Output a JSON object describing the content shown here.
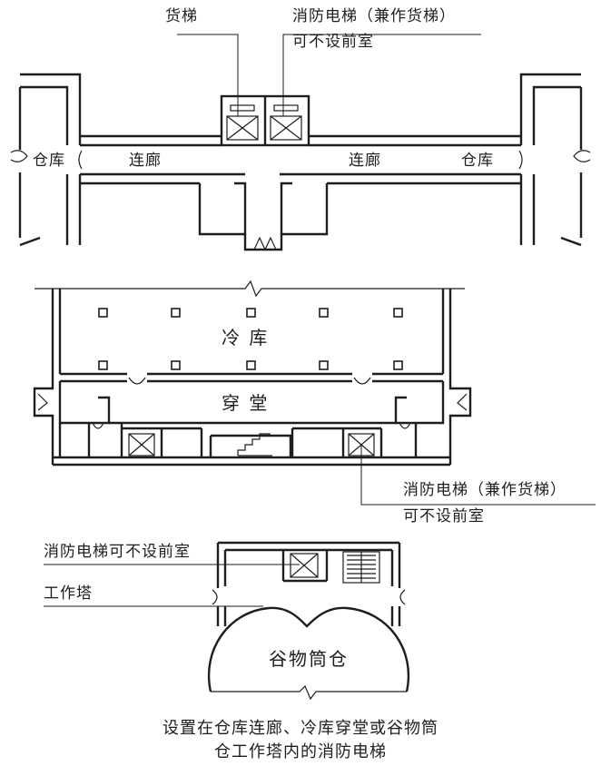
{
  "diagram1": {
    "freight_elevator": "货梯",
    "fire_elevator_line1": "消防电梯（兼作货梯）",
    "fire_elevator_line2": "可不设前室",
    "warehouse_left": "仓库",
    "warehouse_right": "仓库",
    "corridor_left": "连廊",
    "corridor_right": "连廊"
  },
  "diagram2": {
    "cold_storage": "冷 库",
    "passage_hall": "穿 堂",
    "fire_elevator_line1": "消防电梯（兼作货梯）",
    "fire_elevator_line2": "可不设前室"
  },
  "diagram3": {
    "fire_elevator_note": "消防电梯可不设前室",
    "work_tower": "工作塔",
    "grain_silo": "谷物筒仓"
  },
  "caption": {
    "line1": "设置在仓库连廊、冷库穿堂或谷物筒",
    "line2": "仓工作塔内的消防电梯"
  }
}
